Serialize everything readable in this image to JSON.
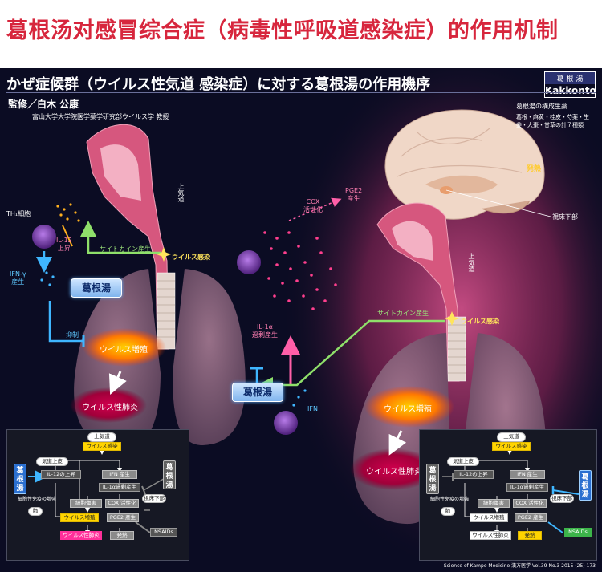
{
  "page_title": "葛根汤对感冒综合症（病毒性呼吸道感染症）的作用机制",
  "panel": {
    "title": "かぜ症候群（ウイルス性気道 感染症）に対する葛根湯の作用機序",
    "badge_top": "葛 根 湯",
    "badge_bottom": "Kakkonto",
    "supervisor": "監修／白木 公康",
    "affiliation": "富山大学大学院医学薬学研究部ウイルス学 教授",
    "composition_title": "葛根湯の構成生薬",
    "composition_list": "葛根・麻黄・桂皮・芍薬・生姜・大棗・甘草の計７種類",
    "footer": "Science of Kampo Medicine 漢方医学 Vol.39 No.3 2015 (25) 173"
  },
  "left_diagram": {
    "th1": "TH₁細胞",
    "il12": "IL-12\n上昇",
    "ifn_gamma": "IFN-γ\n産生",
    "cytokine": "サイトカイン産生",
    "infection": "ウイルス感染",
    "upper_airway": "上気道",
    "kakkonto": "葛根湯",
    "suppress": "抑制",
    "virus_growth": "ウイルス増殖",
    "pneumonia": "ウイルス性肺炎"
  },
  "middle_diagram": {
    "cox": "COX\n活性化",
    "pge2": "PGE2\n産生",
    "il1a": "IL-1α\n過剰産生",
    "kakkonto": "葛根湯",
    "ifn": "IFN"
  },
  "right_diagram": {
    "fever": "発熱",
    "hypothalamus": "視床下部",
    "upper_airway": "上気道",
    "cytokine": "サイトカイン産生",
    "infection": "ウイルス感染",
    "virus_growth": "ウイルス増殖",
    "pneumonia": "ウイルス性肺炎"
  },
  "flow_left": {
    "upper": "上気道",
    "infection": "ウイルス感染",
    "kakkon_vertical": "葛根湯",
    "airway_upper": "気道上皮",
    "il12_rise": "IL-12の上昇",
    "immunity": "細胞性免疫の増強",
    "lung": "肺",
    "ifn_prod": "IFN 産生",
    "il1a_over": "IL-1α過剰産生",
    "kakkon_vertical2": "葛根湯",
    "cell_damage": "細胞傷害",
    "cox_act": "COX 活性化",
    "hypothalamus": "視床下部",
    "virus_growth": "ウイルス増殖",
    "pge2_prod": "PGE2 産生",
    "nsaids": "NSAIDs",
    "pneumonia": "ウイルス性肺炎",
    "fever": "発熱"
  },
  "flow_right": {
    "upper": "上気道",
    "infection": "ウイルス感染",
    "kakkon_vertical": "葛根湯",
    "airway_upper": "気道上皮",
    "il12_rise": "IL-12の上昇",
    "immunity": "細胞性免疫の増強",
    "lung": "肺",
    "ifn_prod": "IFN 産生",
    "il1a_over": "IL-1α過剰産生",
    "kakkon_vertical2": "葛根湯",
    "cell_damage": "細胞傷害",
    "cox_act": "COX 活性化",
    "hypothalamus": "視床下部",
    "virus_growth": "ウイルス増殖",
    "pge2_prod": "PGE2 産生",
    "nsaids": "NSAIDs",
    "pneumonia": "ウイルス性肺炎",
    "fever": "発熱"
  }
}
